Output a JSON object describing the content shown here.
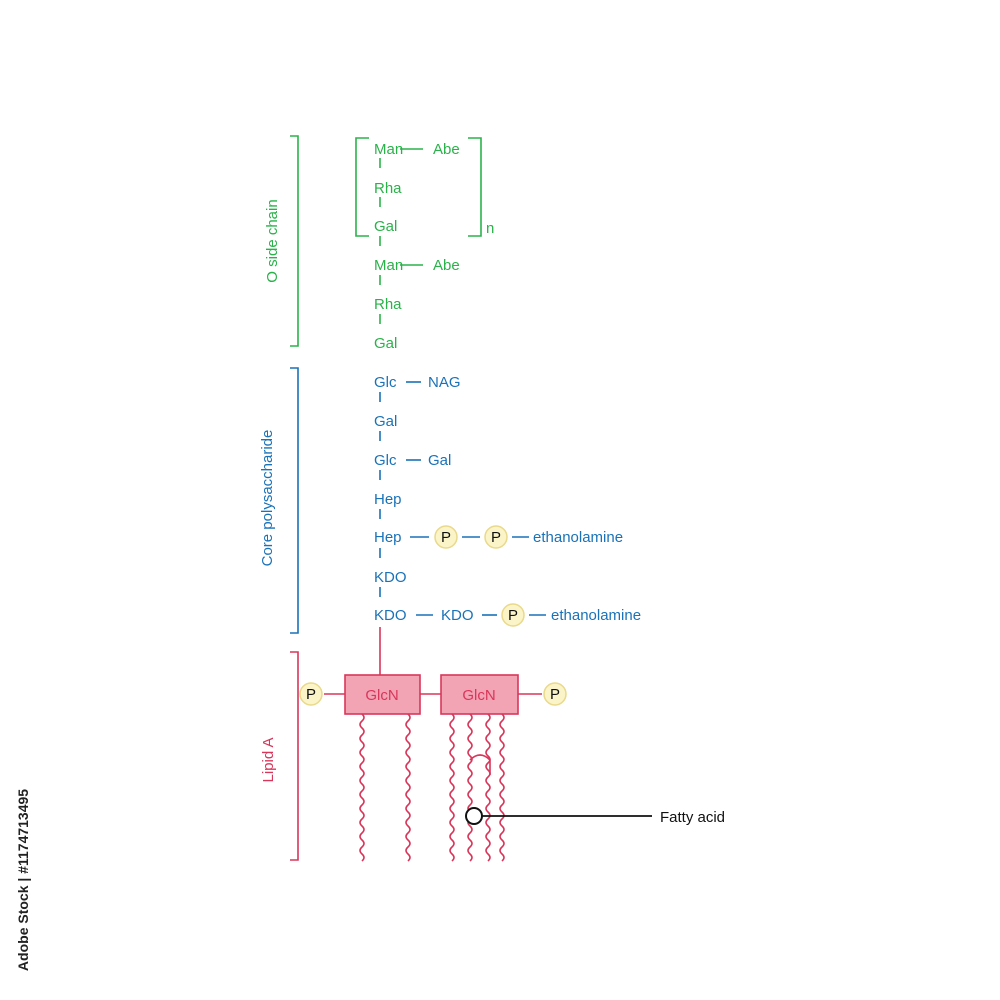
{
  "colors": {
    "o_chain": "#2ab24a",
    "core": "#1a72b8",
    "lipid": "#d8365a",
    "glcn_fill": "#f2a3b4",
    "phosphate_fill": "#fbf4c8",
    "phosphate_stroke": "#e9d98a",
    "label": "#111111"
  },
  "sections": {
    "o_side_chain": "O side chain",
    "core_polysaccharide": "Core polysaccharide",
    "lipid_a": "Lipid A"
  },
  "o_chain": {
    "repeat": {
      "man": "Man",
      "abe": "Abe",
      "rha": "Rha",
      "gal": "Gal",
      "n": "n"
    },
    "man": "Man",
    "abe": "Abe",
    "rha": "Rha",
    "gal": "Gal"
  },
  "core": {
    "glc1": "Glc",
    "nag": "NAG",
    "gal1": "Gal",
    "glc2": "Glc",
    "gal2": "Gal",
    "hep1": "Hep",
    "hep2": "Hep",
    "p": "P",
    "ethanolamine": "ethanolamine",
    "kdo1": "KDO",
    "kdo2": "KDO",
    "kdo3": "KDO"
  },
  "lipid": {
    "glcn": "GlcN",
    "p": "P",
    "fatty_acid": "Fatty  acid"
  },
  "stock_id": "Adobe Stock | #1174713495"
}
